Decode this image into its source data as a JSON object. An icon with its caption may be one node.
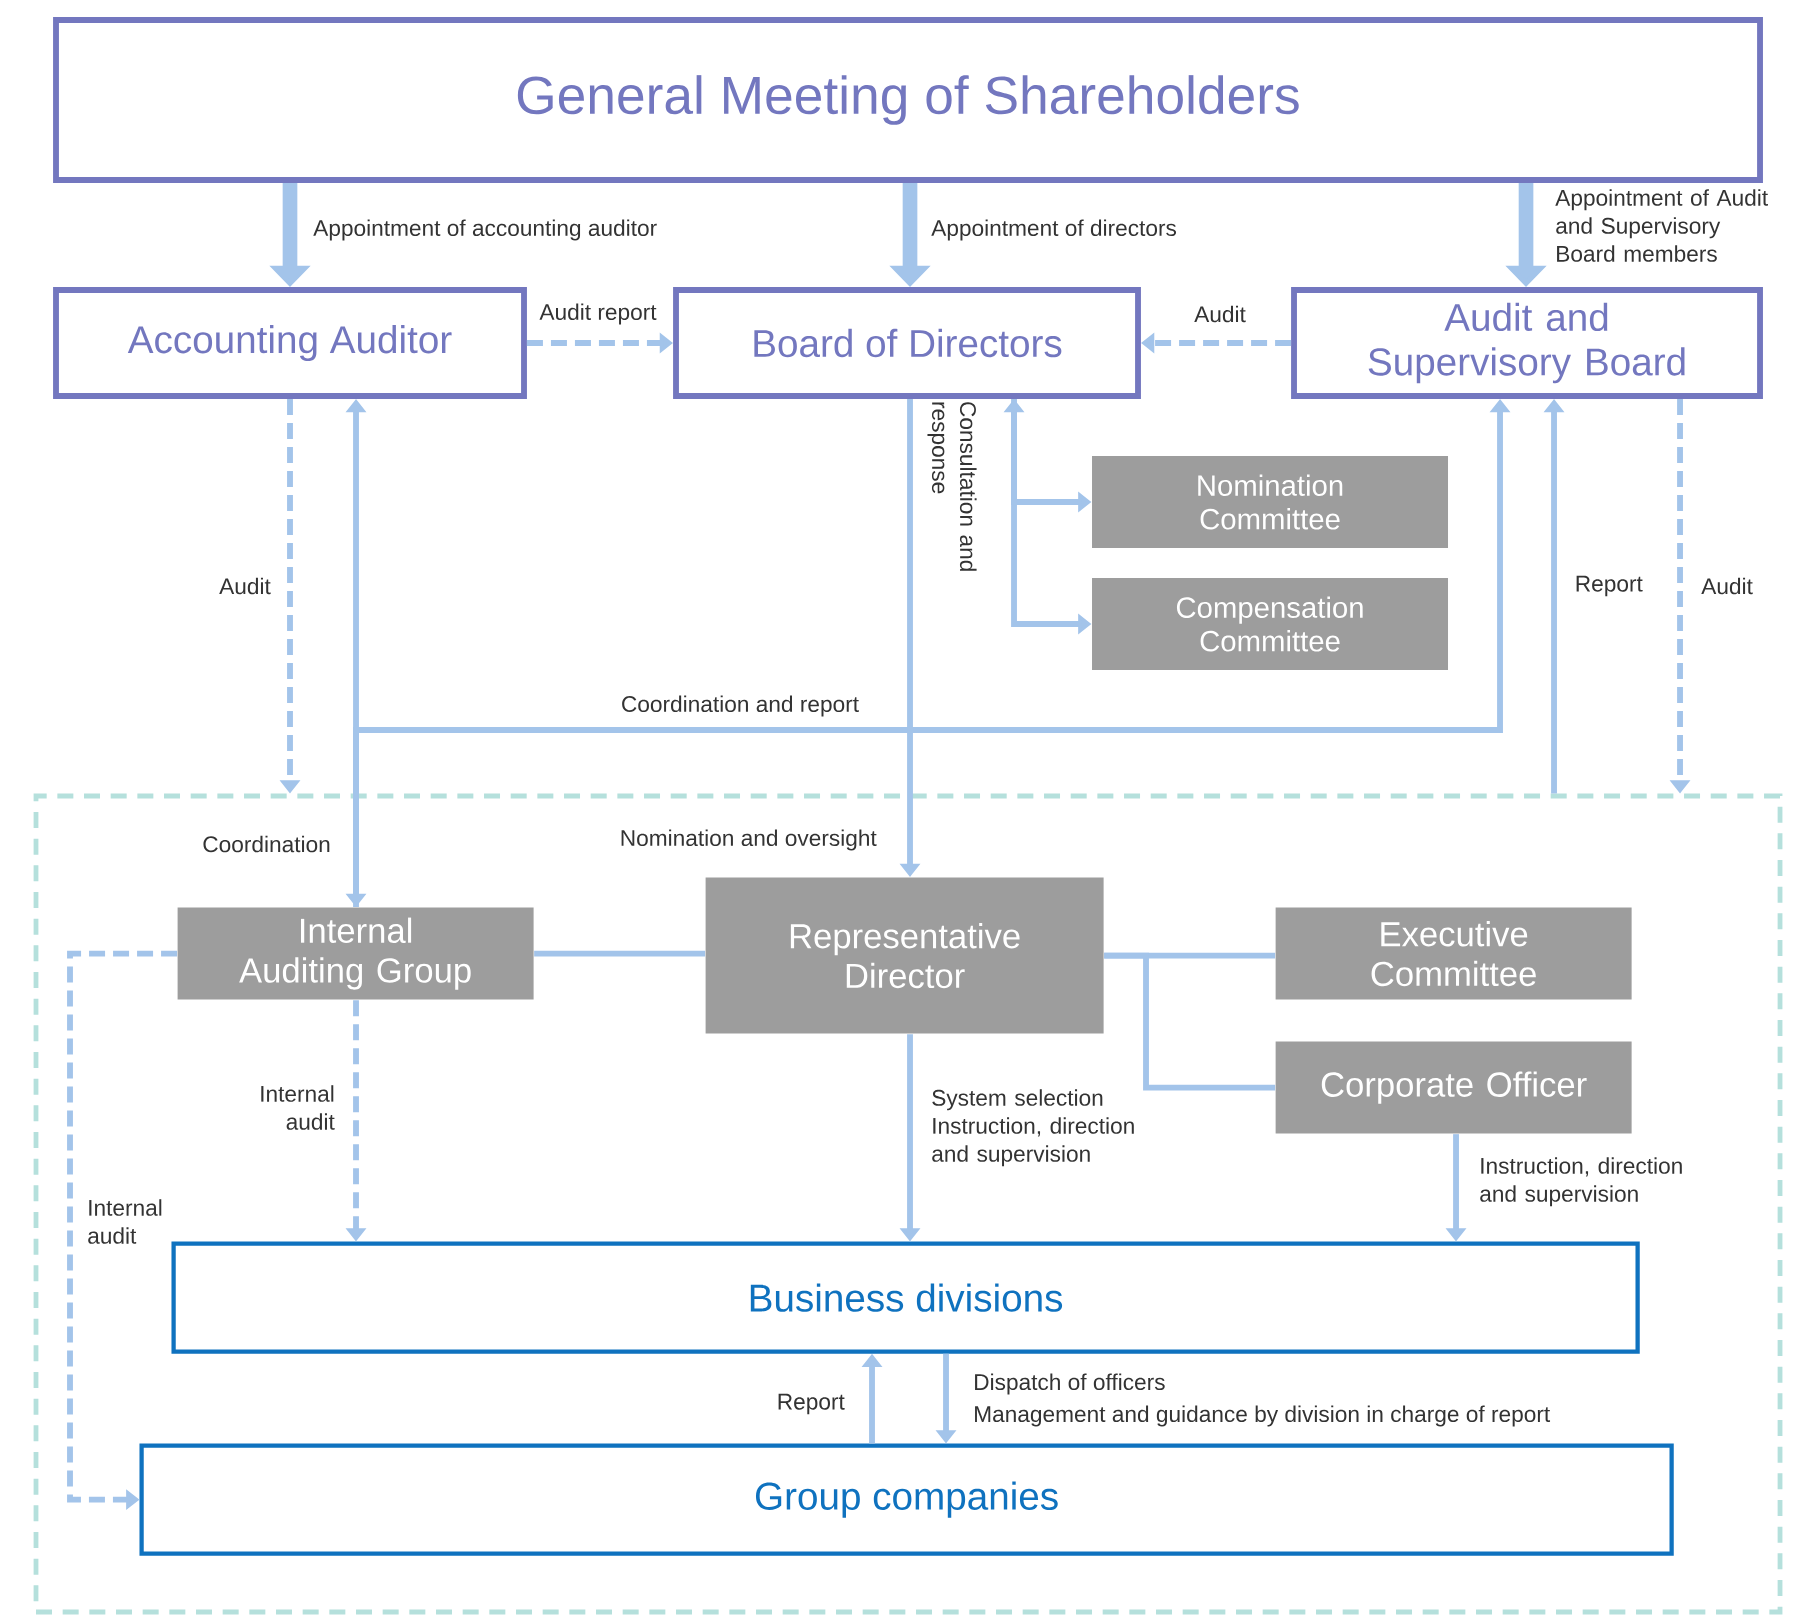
{
  "diagram": {
    "nodes": [
      {
        "text": [
          "General Meeting of Shareholders"
        ]
      },
      {
        "text": [
          "Accounting Auditor"
        ]
      },
      {
        "text": [
          "Board of Directors"
        ]
      },
      {
        "text": [
          "Audit and Supervisory Board"
        ]
      },
      {
        "text": [
          "Nomination Committee"
        ]
      },
      {
        "text": [
          "Compensation Committee"
        ]
      },
      {
        "text": [],
        "shape": "box"
      },
      {
        "text": [
          "Internal Auditing Group"
        ],
        "in": 6
      },
      {
        "text": [
          "Representative Director"
        ],
        "in": 6
      },
      {
        "text": [
          "Executive Committee"
        ],
        "in": 6
      },
      {
        "text": [
          "Corporate Officer"
        ],
        "in": 6
      },
      {
        "text": [
          "Business divisions"
        ],
        "in": 6
      },
      {
        "text": [
          "Group companies"
        ],
        "in": 6
      }
    ],
    "edges": [
      {
        "from": 0,
        "to": 1,
        "arrow": "to",
        "label": "Appointment of accounting auditor",
        "style": "thick"
      },
      {
        "from": 0,
        "to": 2,
        "arrow": "to",
        "label": "Appointment of directors",
        "style": "thick"
      },
      {
        "from": 0,
        "to": 3,
        "arrow": "to",
        "label": "Appointment of Audit and Supervisory Board members",
        "style": "thick"
      },
      {
        "from": 1,
        "to": 2,
        "arrow": "to",
        "label": "Audit report",
        "style": "dashed"
      },
      {
        "from": 3,
        "to": 2,
        "arrow": "to",
        "label": "Audit",
        "style": "dashed"
      },
      {
        "from": 1,
        "to": 6,
        "arrow": "to",
        "label": "Audit",
        "style": "dashed"
      },
      {
        "from": 3,
        "to": 6,
        "arrow": "to",
        "label": "Audit",
        "style": "dashed"
      },
      {
        "from": 6,
        "to": 3,
        "arrow": "to",
        "label": "Report"
      },
      {
        "from": 7,
        "to": 1,
        "arrow": "both",
        "label": "Coordination"
      },
      {
        "from": 7,
        "to": 3,
        "arrow": "to",
        "label": "Coordination and report"
      },
      {
        "from": 2,
        "to": 8,
        "arrow": "to",
        "label": "Nomination and oversight"
      },
      {
        "from": 2,
        "to": 4,
        "arrow": "both",
        "label": "Consultation and response"
      },
      {
        "from": 2,
        "to": 5,
        "arrow": "to"
      },
      {
        "from": 7,
        "to": 8,
        "arrow": "none"
      },
      {
        "from": 8,
        "to": 9,
        "arrow": "none"
      },
      {
        "from": 8,
        "to": 10,
        "arrow": "none"
      },
      {
        "from": 7,
        "to": 11,
        "arrow": "to",
        "label": "Internal audit",
        "style": "dashed"
      },
      {
        "from": 7,
        "to": 12,
        "arrow": "to",
        "label": "Internal audit",
        "style": "dashed"
      },
      {
        "from": 8,
        "to": 11,
        "arrow": "to",
        "label": "System selection Instruction, direction and supervision"
      },
      {
        "from": 10,
        "to": 11,
        "arrow": "to",
        "label": "Instruction, direction and supervision"
      },
      {
        "from": 11,
        "to": 12,
        "arrow": "to",
        "label": "Dispatch of officers"
      },
      {
        "from": 12,
        "to": 11,
        "arrow": "to",
        "label": "Report"
      }
    ],
    "labels": [
      "Management and guidance by division in charge of report"
    ]
  }
}
